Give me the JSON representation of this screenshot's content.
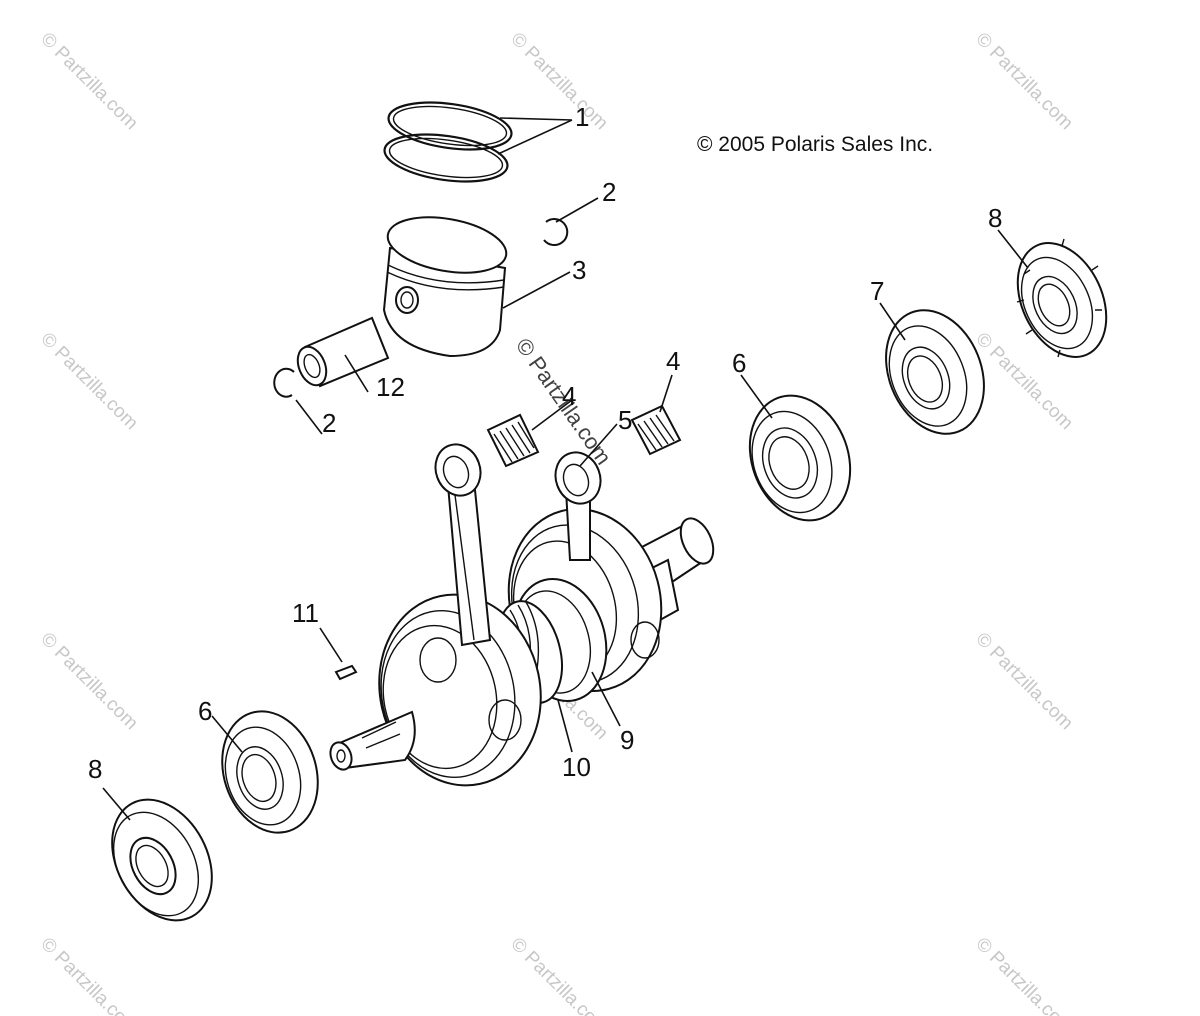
{
  "copyright": "© 2005 Polaris Sales Inc.",
  "watermark": "© Partzilla.com",
  "callouts": {
    "c1": "1",
    "c2a": "2",
    "c2b": "2",
    "c3": "3",
    "c4a": "4",
    "c4b": "4",
    "c5": "5",
    "c6a": "6",
    "c6b": "6",
    "c7": "7",
    "c8a": "8",
    "c8b": "8",
    "c9": "9",
    "c10": "10",
    "c11": "11",
    "c12": "12"
  }
}
